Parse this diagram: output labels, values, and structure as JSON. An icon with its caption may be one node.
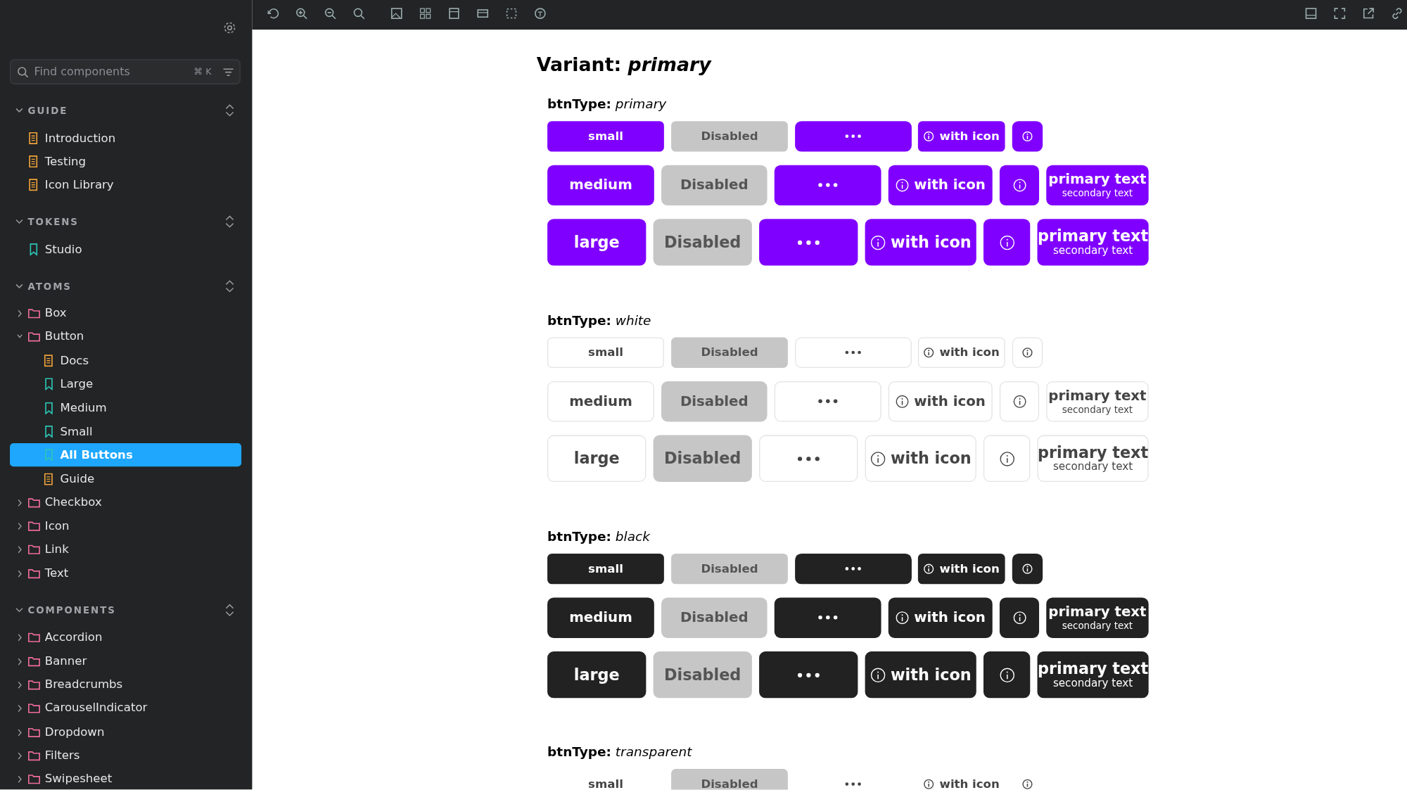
{
  "diagram": {
    "title": "Variant: *primary*",
    "nodes": [
      {
        "text": [
          "small"
        ]
      },
      {
        "text": [
          "Disabled"
        ]
      },
      {
        "text": [],
        "shape": "box"
      },
      {
        "text": [
          "with icon"
        ]
      },
      {
        "text": [],
        "shape": "box"
      },
      {
        "text": [
          "medium"
        ]
      },
      {
        "text": [
          "Disabled"
        ]
      },
      {
        "text": [],
        "shape": "box"
      },
      {
        "text": [
          "with icon"
        ]
      },
      {
        "text": [],
        "shape": "box"
      },
      {
        "text": [
          "primary text",
          "secondary text"
        ]
      },
      {
        "text": [
          "large"
        ]
      },
      {
        "text": [
          "Disabled"
        ]
      },
      {
        "text": [],
        "shape": "box"
      },
      {
        "text": [
          "with icon"
        ]
      },
      {
        "text": [],
        "shape": "box"
      },
      {
        "text": [
          "primary text",
          "secondary text"
        ]
      },
      {
        "text": [
          "small"
        ]
      },
      {
        "text": [
          "Disabled"
        ]
      },
      {
        "text": [],
        "shape": "box"
      },
      {
        "text": [
          "with icon"
        ]
      },
      {
        "text": [],
        "shape": "box"
      },
      {
        "text": [
          "medium"
        ]
      },
      {
        "text": [
          "Disabled"
        ]
      },
      {
        "text": [],
        "shape": "box"
      },
      {
        "text": [
          "with icon"
        ]
      },
      {
        "text": [],
        "shape": "box"
      },
      {
        "text": [
          "primary text",
          "secondary text"
        ]
      },
      {
        "text": [
          "large"
        ]
      },
      {
        "text": [
          "Disabled"
        ]
      },
      {
        "text": [],
        "shape": "box"
      },
      {
        "text": [
          "with icon"
        ]
      },
      {
        "text": [],
        "shape": "box"
      },
      {
        "text": [
          "primary text",
          "secondary text"
        ]
      },
      {
        "text": [
          "small"
        ]
      },
      {
        "text": [
          "Disabled"
        ]
      },
      {
        "text": [],
        "shape": "box"
      },
      {
        "text": [
          "with icon"
        ]
      },
      {
        "text": [],
        "shape": "box"
      },
      {
        "text": [
          "medium"
        ]
      },
      {
        "text": [
          "Disabled"
        ]
      },
      {
        "text": [],
        "shape": "box"
      },
      {
        "text": [
          "with icon"
        ]
      },
      {
        "text": [],
        "shape": "box"
      },
      {
        "text": [
          "primary text",
          "secondary text"
        ]
      },
      {
        "text": [
          "large"
        ]
      },
      {
        "text": [
          "Disabled"
        ]
      },
      {
        "text": [],
        "shape": "box"
      },
      {
        "text": [
          "with icon"
        ]
      },
      {
        "text": [],
        "shape": "box"
      },
      {
        "text": [
          "primary text",
          "secondary text"
        ]
      },
      {
        "text": [
          "small"
        ]
      },
      {
        "text": [
          "Disabled"
        ]
      },
      {
        "text": [],
        "shape": "circle"
      },
      {
        "text": [
          "with icon"
        ]
      },
      {
        "text": [],
        "shape": "circle"
      }
    ],
    "labels": [
      "Find components",
      "⌘ K",
      "GUIDE",
      "Introduction",
      "Testing",
      "Icon Library",
      "TOKENS",
      "Studio",
      "ATOMS",
      "Box",
      "Button",
      "Docs",
      "Large",
      "Medium",
      "Small",
      "All Buttons",
      "Guide",
      "Checkbox",
      "Icon",
      "Link",
      "Text",
      "COMPONENTS",
      "Accordion",
      "Banner",
      "Breadcrumbs",
      "CarouselIndicator",
      "Dropdown",
      "Filters",
      "Swipesheet",
      "**btnType:** *primary*",
      "**btnType:** *white*",
      "**btnType:** *black*",
      "**btnType:** *transparent*"
    ]
  }
}
